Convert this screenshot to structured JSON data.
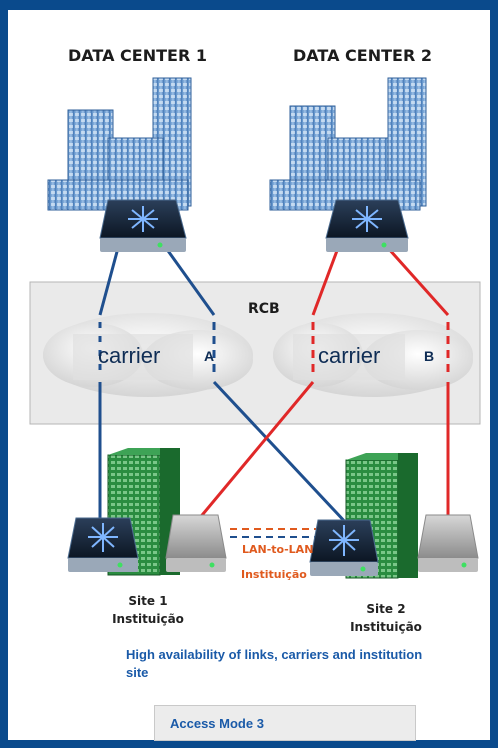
{
  "titles": {
    "data_center_1": "DATA CENTER 1",
    "data_center_2": "DATA CENTER 2"
  },
  "network": {
    "rcb_label": "RCB",
    "carrier_a": {
      "name": "carrier",
      "marker": "A"
    },
    "carrier_b": {
      "name": "carrier",
      "marker": "B"
    }
  },
  "sites": {
    "site_1": {
      "line1": "Site 1",
      "line2": "Instituição"
    },
    "site_2": {
      "line1": "Site 2",
      "line2": "Instituição"
    }
  },
  "lan_link": {
    "line1": "LAN-to-LAN",
    "line2": "Instituição"
  },
  "caption": "High availability of links, carriers and institution site",
  "mode_label": "Access Mode 3",
  "colors": {
    "background_border": "#0a4a8c",
    "link_carrier_a": "#1f4f8e",
    "link_carrier_b": "#e02828",
    "lan_link_text": "#e05a1e",
    "caption_text": "#1a5aa8"
  },
  "icons": [
    "office-building-icon",
    "router-icon",
    "server-rack-icon",
    "cloud-icon"
  ]
}
